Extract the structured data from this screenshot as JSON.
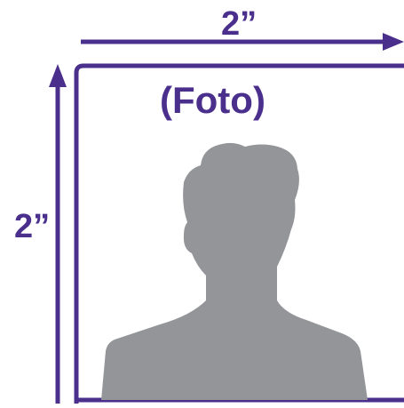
{
  "diagram": {
    "width_label": "2”",
    "height_label": "2”",
    "caption": "(Foto)"
  },
  "colors": {
    "accent": "#4b2f8c",
    "silhouette": "#939598",
    "background": "#ffffff"
  },
  "icons": {
    "silhouette": "person-silhouette-icon",
    "width_arrow": "arrow-right-icon",
    "height_arrow": "arrow-up-icon"
  }
}
